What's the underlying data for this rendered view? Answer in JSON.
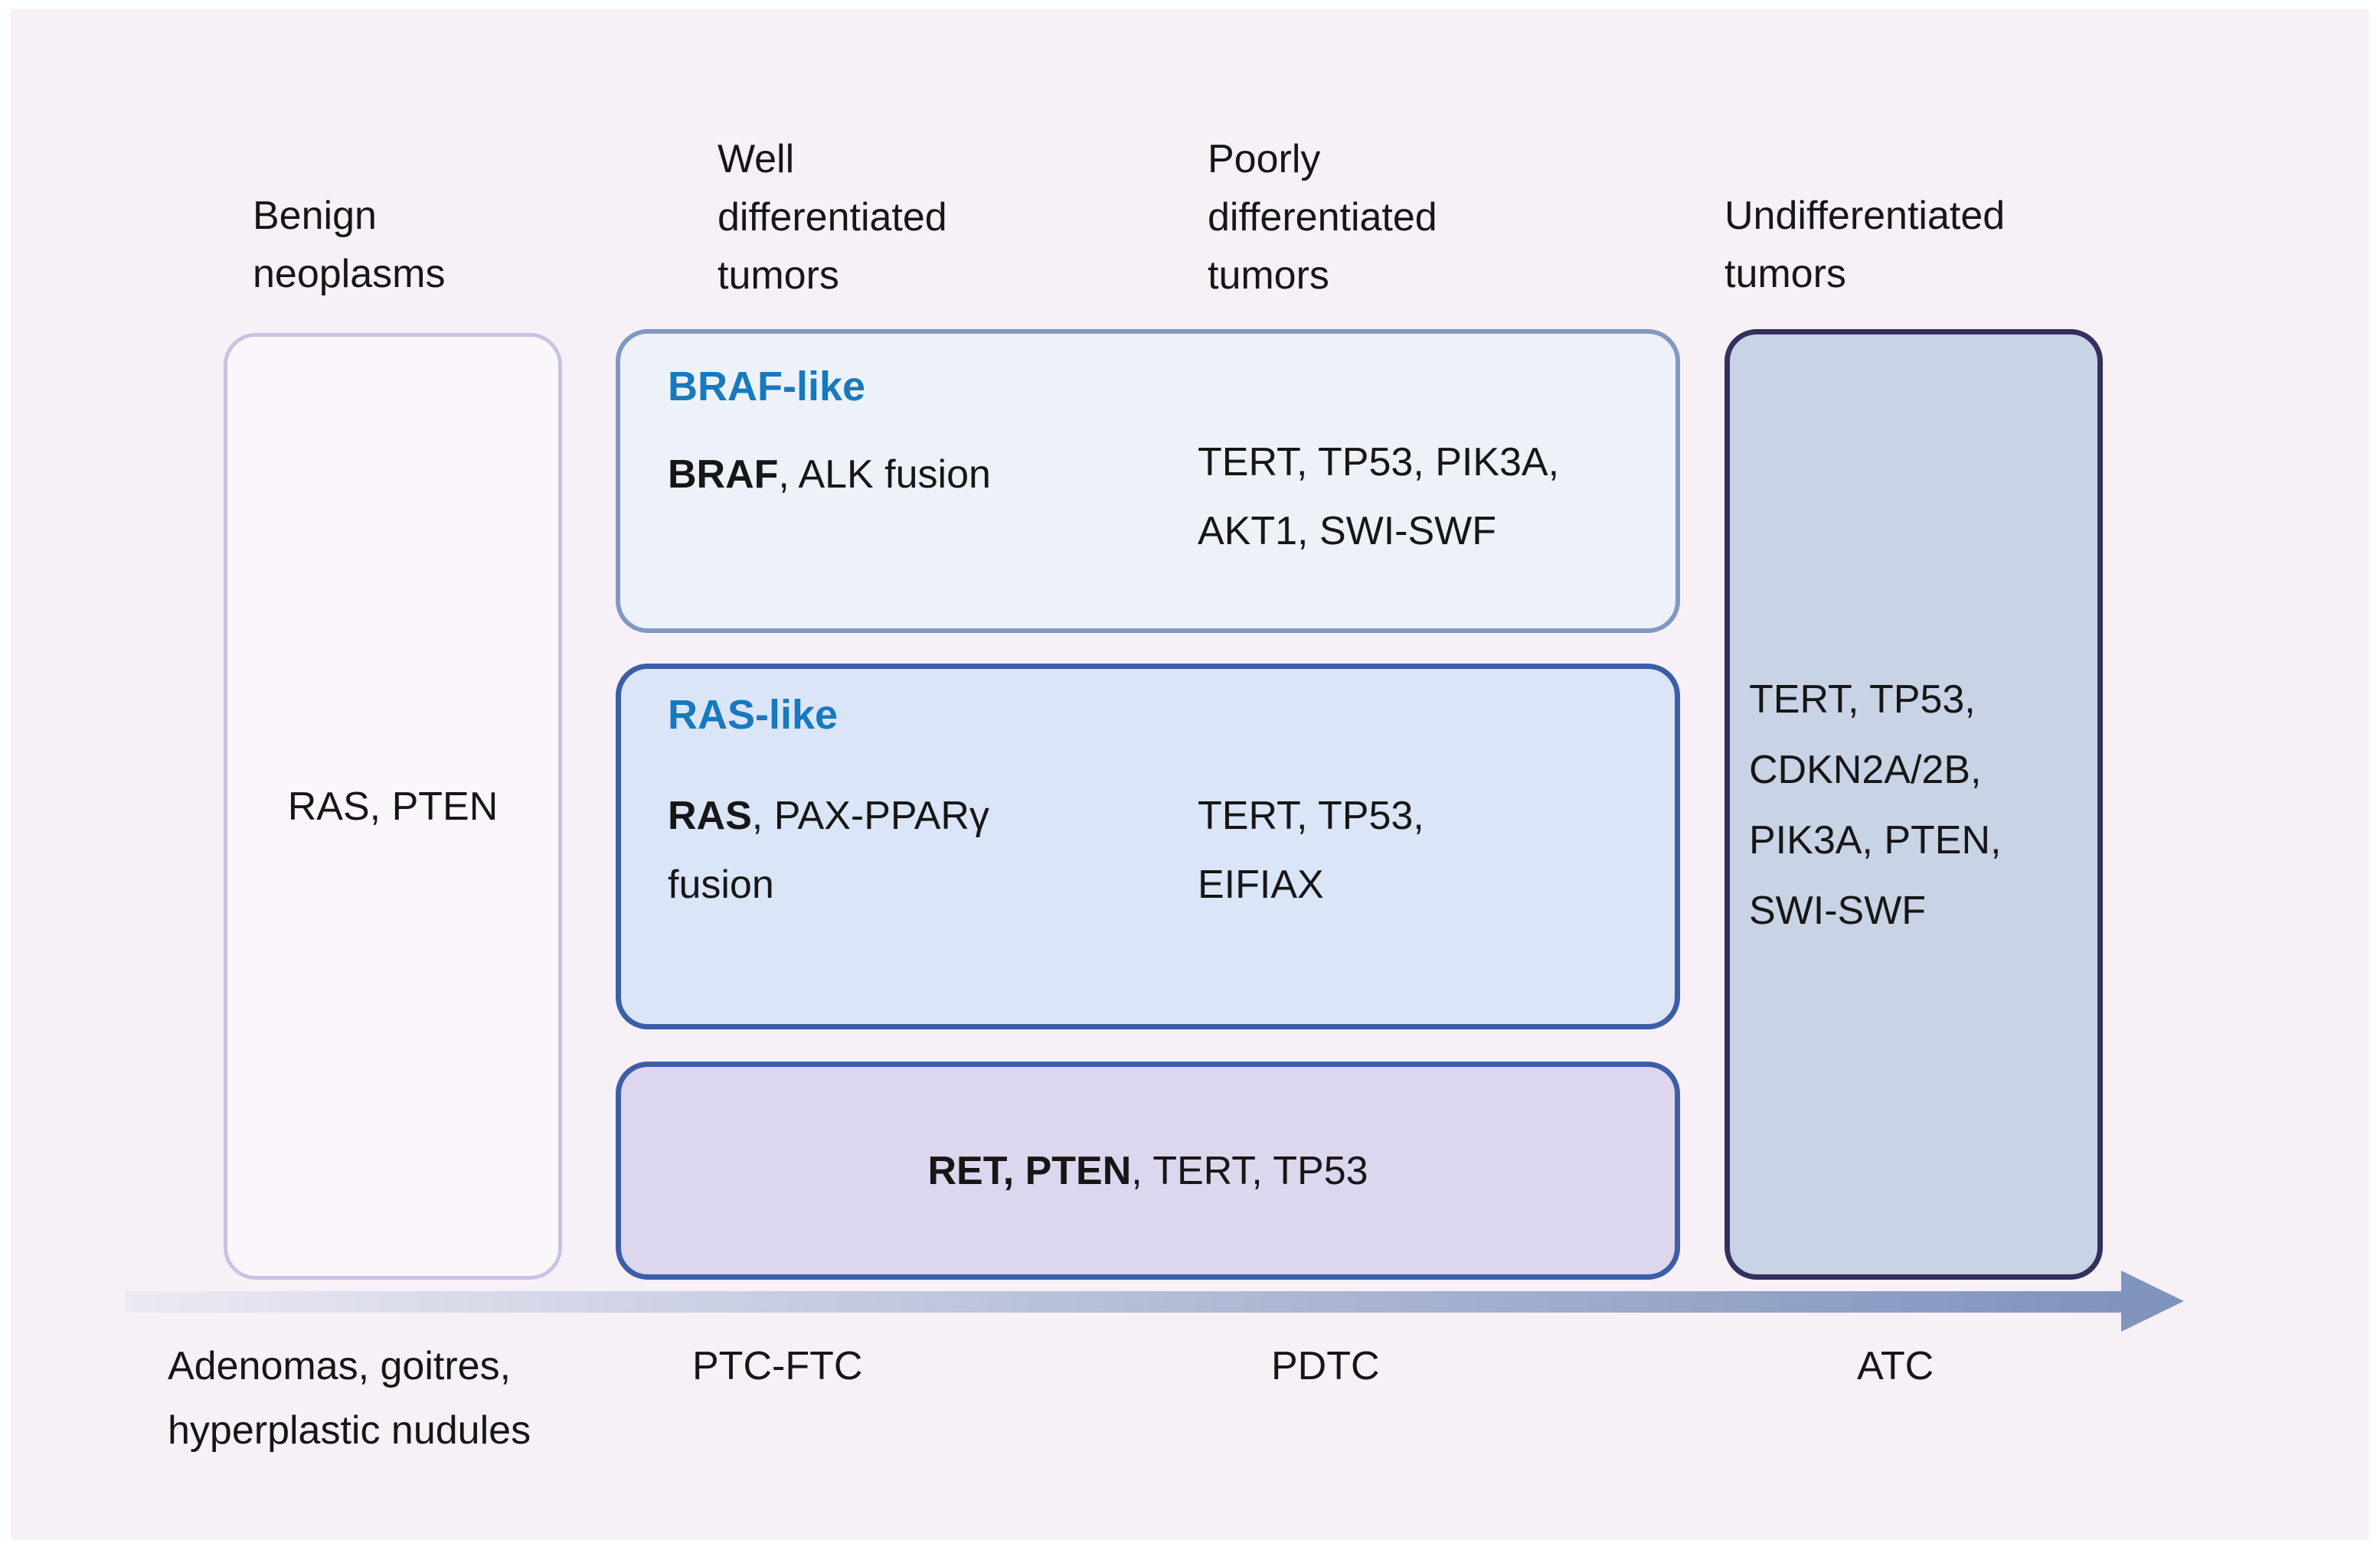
{
  "figure": {
    "description_not_rendered": "",
    "type": "progression-diagram"
  },
  "colors": {
    "canvas-bg": "#f7f0f7",
    "accent-blue": "#1779bf",
    "benign-fill": "#fbf6fb",
    "benign-border": "#c7c3e5",
    "braf-fill": "#edf2f9",
    "braf-border": "#8198c1",
    "ras-fill": "#dbe5f8",
    "ras-border": "#3c5ea7",
    "ret-fill": "#dcd7ee",
    "ret-border": "#3c5ea7",
    "undiff-fill": "#c9d3e6",
    "undiff-border": "#352f5f",
    "arrow-start": "#ebe9f3",
    "arrow-end": "#8094bd"
  },
  "stage_headers": {
    "benign": {
      "line1": "Benign",
      "line2": "neoplasms"
    },
    "well": {
      "line1": "Well",
      "line2": "differentiated",
      "line3": "tumors"
    },
    "poorly": {
      "line1": "Poorly",
      "line2": "differentiated",
      "line3": "tumors"
    },
    "undifferentiated": {
      "line1": "Undifferentiated",
      "line2": "tumors"
    }
  },
  "benign_box": {
    "genes": "RAS, PTEN"
  },
  "braf_box": {
    "title": "BRAF-like",
    "driver_bold": "BRAF",
    "driver_rest": ", ALK fusion",
    "progression_line1": "TERT, TP53,  PIK3A,",
    "progression_line2": "AKT1, SWI-SWF"
  },
  "ras_box": {
    "title": "RAS-like",
    "driver_bold": "RAS",
    "driver_rest": ", PAX-PPARγ",
    "driver_line2": "fusion",
    "progression_line1": "TERT, TP53,",
    "progression_line2": "EIFIAX"
  },
  "ret_box": {
    "bold_part": "RET, PTEN",
    "rest_part": ", TERT, TP53"
  },
  "undifferentiated_box": {
    "lines": [
      "TERT, TP53,",
      "CDKN2A/2B,",
      "PIK3A, PTEN,",
      "SWI-SWF"
    ]
  },
  "axis": {
    "benign_label_line1": "Adenomas, goitres,",
    "benign_label_line2": "hyperplastic nudules",
    "wdt_label": "PTC-FTC",
    "pdt_label": "PDTC",
    "atc_label": "ATC"
  }
}
